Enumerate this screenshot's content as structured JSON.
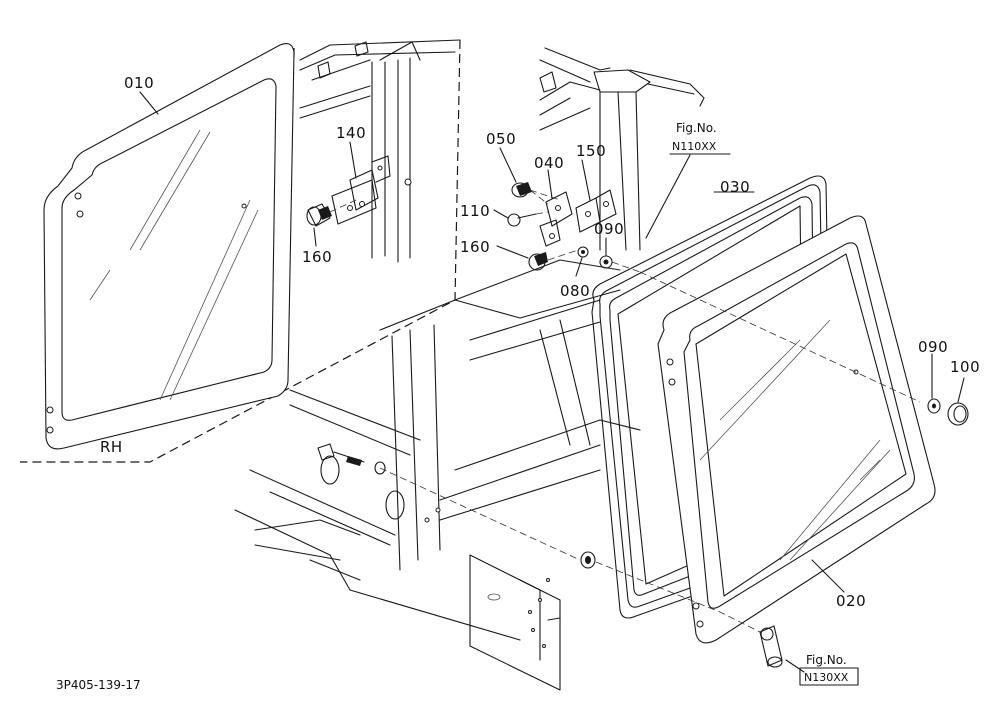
{
  "parts": [
    {
      "id": "p010",
      "number": "010"
    },
    {
      "id": "p020",
      "number": "020"
    },
    {
      "id": "p030",
      "number": "030"
    },
    {
      "id": "p040",
      "number": "040"
    },
    {
      "id": "p050",
      "number": "050"
    },
    {
      "id": "p080",
      "number": "080"
    },
    {
      "id": "p090a",
      "number": "090"
    },
    {
      "id": "p090b",
      "number": "090"
    },
    {
      "id": "p100",
      "number": "100"
    },
    {
      "id": "p110",
      "number": "110"
    },
    {
      "id": "p140",
      "number": "140"
    },
    {
      "id": "p150",
      "number": "150"
    },
    {
      "id": "p160a",
      "number": "160"
    },
    {
      "id": "p160b",
      "number": "160"
    }
  ],
  "side_label": "RH",
  "refs": [
    {
      "title": "Fig.No.",
      "code": "N110XX"
    },
    {
      "title": "Fig.No.",
      "code": "N130XX"
    }
  ],
  "drawing_code": "3P405-139-17"
}
